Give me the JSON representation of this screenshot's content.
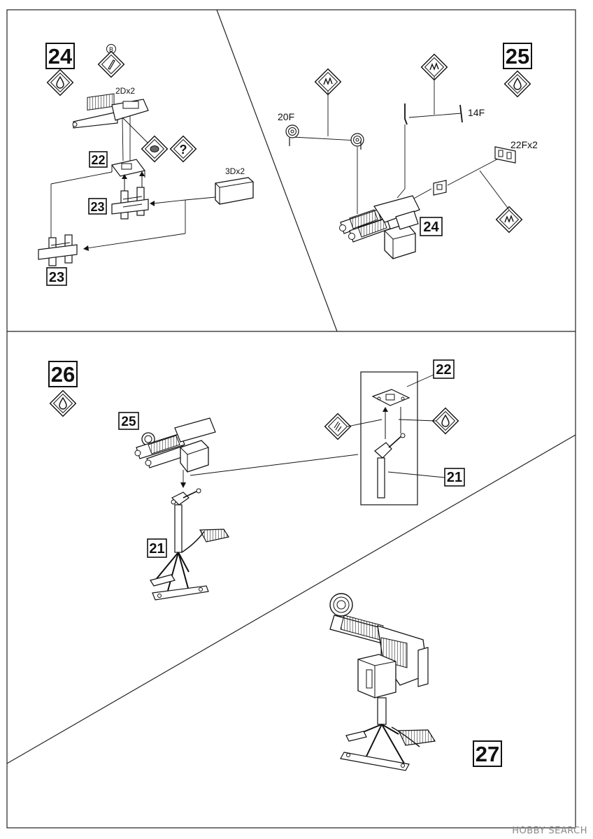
{
  "steps": {
    "s24": {
      "num": "24",
      "parts": {
        "a": "22",
        "b": "23",
        "c": "23"
      },
      "labels": {
        "two_d": "2Dx2",
        "three_d": "3Dx2",
        "ref": "B"
      }
    },
    "s25": {
      "num": "25",
      "parts": {
        "a": "24"
      },
      "labels": {
        "p20": "20F",
        "p14": "14F",
        "p22": "22Fx2"
      }
    },
    "s26": {
      "num": "26",
      "parts": {
        "a": "25",
        "b": "21",
        "c": "22",
        "d": "21"
      }
    },
    "s27": {
      "num": "27"
    }
  },
  "symbols": {
    "question": "?"
  },
  "watermark": "HOBBY SEARCH",
  "colors": {
    "ink": "#111111",
    "light": "#ffffff",
    "shade": "#cfcfcf",
    "dark": "#3a3a3a"
  }
}
